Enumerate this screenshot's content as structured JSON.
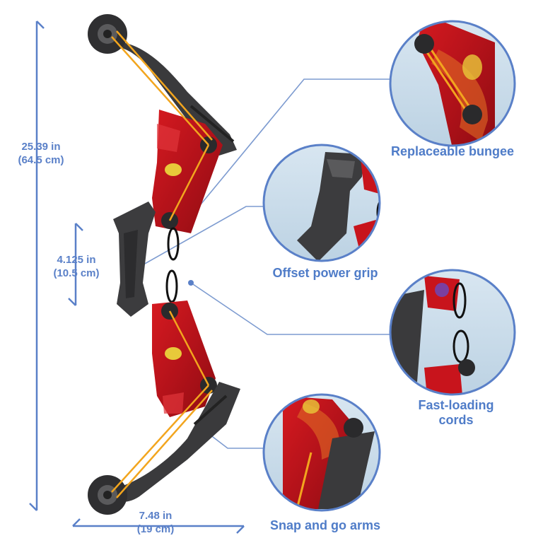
{
  "dimensions": {
    "height_in": "25.39 in",
    "height_cm": "(64.5 cm)",
    "grip_in": "4.125 in",
    "grip_cm": "(10.5 cm)",
    "width_in": "7.48 in",
    "width_cm": "(19 cm)"
  },
  "features": {
    "bungee": "Replaceable bungee",
    "grip": "Offset power grip",
    "cords_line1": "Fast-loading",
    "cords_line2": "cords",
    "arms": "Snap and go arms"
  },
  "colors": {
    "accent": "#5a80c8",
    "circle_fill": "#cfe0ec",
    "limb_red": "#c8141c",
    "limb_dark": "#3a3a3c",
    "string": "#f2a51e"
  }
}
